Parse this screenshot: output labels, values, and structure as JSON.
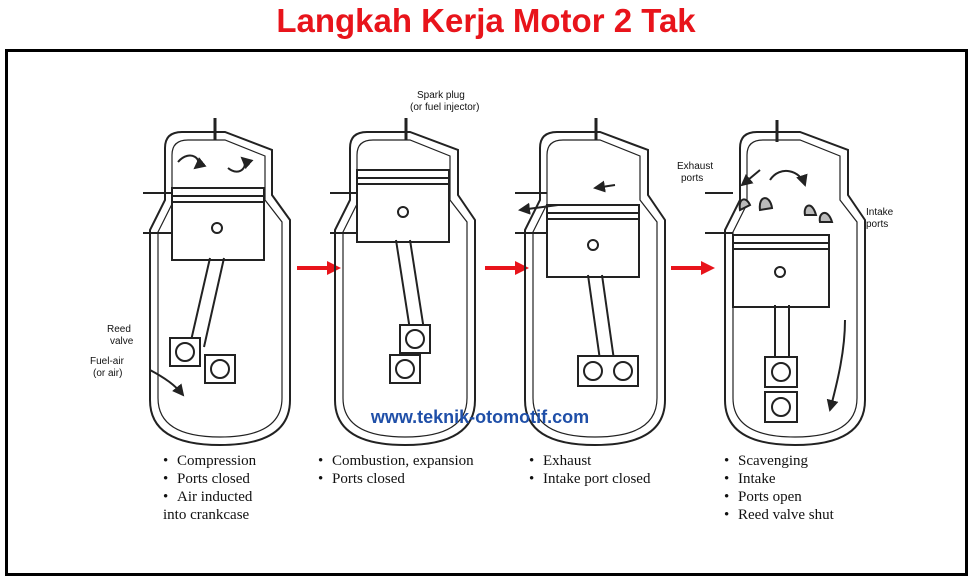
{
  "title": "Langkah Kerja Motor 2 Tak",
  "watermark": "www.teknik-otomotif.com",
  "labels": {
    "spark_plug_1": "Spark plug",
    "spark_plug_2": "(or fuel injector)",
    "reed_1": "Reed",
    "reed_2": "valve",
    "fuel_1": "Fuel-air",
    "fuel_2": "(or air)",
    "exhaust_1": "Exhaust",
    "exhaust_2": "ports",
    "intake_1": "Intake",
    "intake_2": "ports"
  },
  "stages": [
    {
      "lines": [
        "Compression",
        "Ports closed",
        "Air inducted",
        "into crankcase"
      ]
    },
    {
      "lines": [
        "Combustion, expansion",
        "Ports closed"
      ]
    },
    {
      "lines": [
        "Exhaust",
        "Intake port closed"
      ]
    },
    {
      "lines": [
        "Scavenging",
        "Intake",
        "Ports open",
        "Reed valve shut"
      ]
    }
  ],
  "colors": {
    "title": "#e8141b",
    "arrow": "#e8141b",
    "watermark": "#1f4fa8",
    "ink": "#222222"
  }
}
